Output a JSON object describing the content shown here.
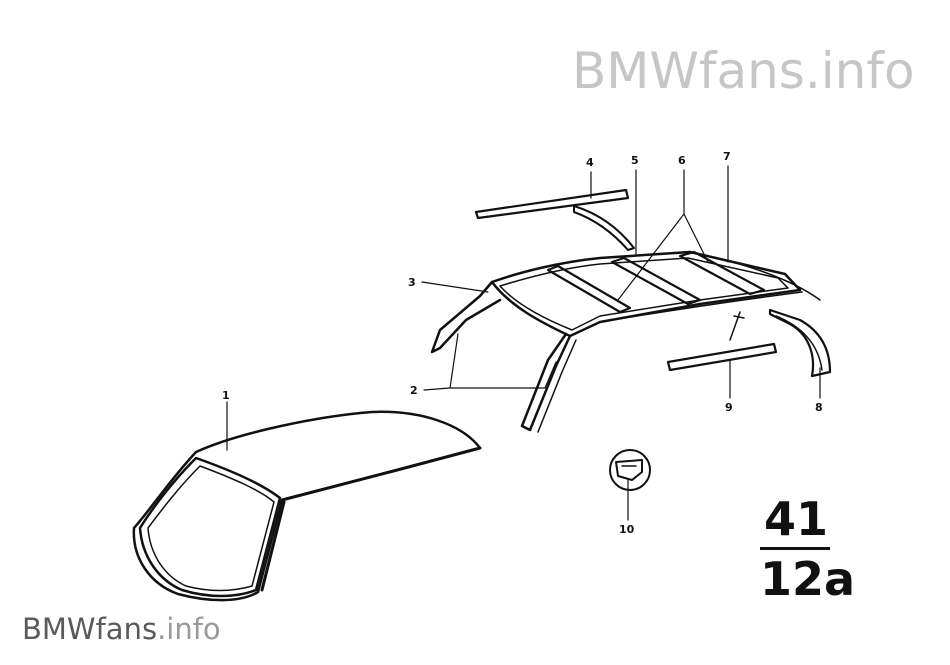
{
  "watermark": {
    "brand": "BMWfans",
    "suffix": ".info"
  },
  "group": {
    "main": "41",
    "sub": "12a"
  },
  "callouts": [
    {
      "id": "1",
      "label": "1"
    },
    {
      "id": "2",
      "label": "2"
    },
    {
      "id": "3",
      "label": "3"
    },
    {
      "id": "4",
      "label": "4"
    },
    {
      "id": "5",
      "label": "5"
    },
    {
      "id": "6",
      "label": "6"
    },
    {
      "id": "7",
      "label": "7"
    },
    {
      "id": "8",
      "label": "8"
    },
    {
      "id": "9",
      "label": "9"
    },
    {
      "id": "10",
      "label": "10"
    }
  ]
}
